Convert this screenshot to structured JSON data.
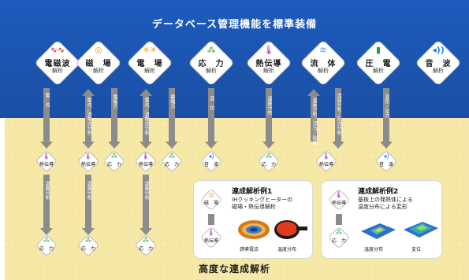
{
  "title": "データベース管理機能を標準装備",
  "bottom_title": "高度な連成解析",
  "top_nodes": [
    {
      "name": "電磁波",
      "sub": "解析",
      "icon": "wave-icon",
      "color": "#e53935"
    },
    {
      "name": "磁　場",
      "sub": "解析",
      "icon": "magnet-coil-icon",
      "color": "#f4a300"
    },
    {
      "name": "電　場",
      "sub": "解析",
      "icon": "electric-field-icon",
      "color": "#f4a300"
    },
    {
      "name": "応　力",
      "sub": "解析",
      "icon": "stress-icon",
      "color": "#2e9d3a"
    },
    {
      "name": "熱伝導",
      "sub": "解析",
      "icon": "thermometer-icon",
      "color": "#9c27b0"
    },
    {
      "name": "流　体",
      "sub": "解析",
      "icon": "fluid-icon",
      "color": "#3fa9f5"
    },
    {
      "name": "圧　電",
      "sub": "解析",
      "icon": "piezo-icon",
      "color": "#2e9d3a"
    },
    {
      "name": "音　波",
      "sub": "解析",
      "icon": "sound-icon",
      "color": "#1e88e5"
    }
  ],
  "arrow_labels": {
    "a1": "電　流",
    "a2": "電流／渦電流分布",
    "a3": "電磁力",
    "a4": "電流／渦電流分布",
    "a5": "静電力",
    "a6": "変　位",
    "a7": "温度分布",
    "a8": "温度分布／浮力／粘度",
    "a9": "流速分布／乱流分布",
    "a10": "変形／応力",
    "b1": "温度分布",
    "b2": "温度分布",
    "b3": "温度分布"
  },
  "mid_nodes": [
    "熱伝導",
    "熱伝導",
    "応　力",
    "熱伝導",
    "応　力",
    "音　波",
    "応　力",
    "熱伝導",
    "音　波"
  ],
  "low_nodes": [
    "応　力",
    "応　力",
    "応　力"
  ],
  "example1": {
    "title": "連成解析例1",
    "desc": "IHクッキングヒーターの\n磁場・熱伝導解析",
    "node_top": "磁　場",
    "node_bottom": "熱伝導",
    "cap1": "誘導電流",
    "cap2": "温度分布"
  },
  "example2": {
    "title": "連成解析例2",
    "desc": "基板上の発熱体による\n温度分布による変形",
    "node_top": "熱伝導",
    "node_bottom": "応　力",
    "cap1": "温度分布",
    "cap2": "変位"
  },
  "colors": {
    "blue": "#1b57b4",
    "cream": "#f6e8a6",
    "arrow": "#8c8c8c"
  }
}
